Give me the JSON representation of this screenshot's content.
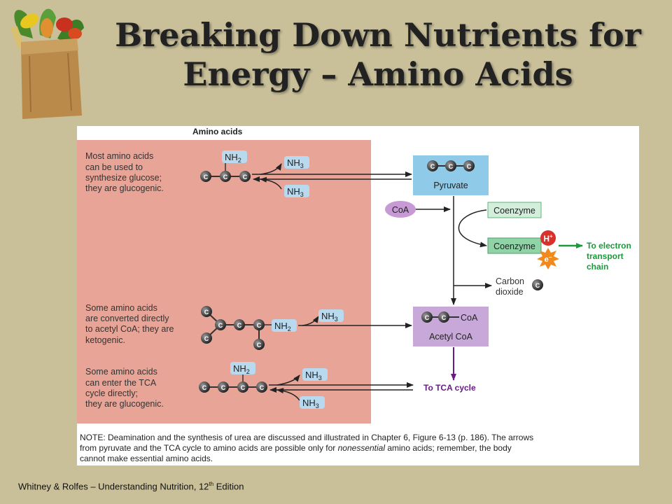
{
  "slide": {
    "title_line1": "Breaking Down Nutrients for",
    "title_line2": "Energy – Amino Acids",
    "footer_main": "Whitney  & Rolfes – Understanding Nutrition, 12",
    "footer_sup": "th",
    "footer_end": " Edition"
  },
  "diagram": {
    "heading": "Amino acids",
    "desc1": [
      "Most amino acids",
      "can be used to",
      "synthesize glucose;",
      "they are glucogenic."
    ],
    "desc2": [
      "Some amino acids",
      "are converted directly",
      "to acetyl CoA; they are",
      "ketogenic."
    ],
    "desc3": [
      "Some amino acids",
      "can enter the TCA",
      "cycle directly;",
      "they are glucogenic."
    ],
    "carbon": "C",
    "nh2": "NH",
    "nh2_sub": "2",
    "nh3": "NH",
    "nh3_sub": "3",
    "pyruvate": "Pyruvate",
    "coa": "CoA",
    "coenzyme_top": "Coenzyme",
    "coenzyme_bottom": "Coenzyme",
    "h_plus": "H",
    "h_sup": "+",
    "electron": "e",
    "electron_sup": "−",
    "to_etc": [
      "To electron",
      "transport",
      "chain"
    ],
    "carbon_dioxide": [
      "Carbon",
      "dioxide"
    ],
    "acetyl_coa_label": "CoA",
    "acetyl_coa": "Acetyl CoA",
    "to_tca": "To TCA cycle",
    "note1": "NOTE: Deamination and the synthesis of urea are discussed and illustrated in Chapter 6, Figure 6-13 (p. 186). The arrows",
    "note2_a": "from pyruvate and the TCA cycle to amino acids are possible only for ",
    "note2_em": "nonessential",
    "note2_b": " amino acids; remember, the body",
    "note3": "cannot make essential amino acids."
  },
  "colors": {
    "background": "#c9c09a",
    "salmon_panel": "#e8a597",
    "pyruvate_box": "#8fcbe8",
    "coenzyme_box": "#8fd3a6",
    "acetyl_box": "#c8a8d8",
    "coa_oval": "#c79ad6",
    "to_etc_green": "#1a9a3a",
    "to_tca_purple": "#6a1a86"
  }
}
